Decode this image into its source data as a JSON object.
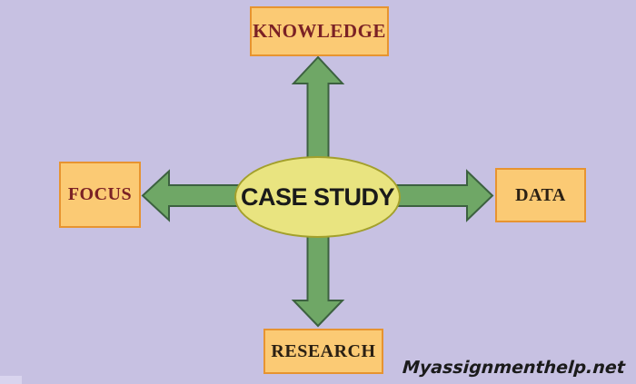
{
  "diagram": {
    "center": {
      "label": "CASE STUDY",
      "shape": "ellipse",
      "fill": "#e9e480",
      "border": "#a3a02c",
      "label_color": "#1a1a1a"
    },
    "nodes": [
      {
        "id": "knowledge",
        "label": "KNOWLEDGE",
        "position": "top",
        "label_color": "#7b2125"
      },
      {
        "id": "data",
        "label": "DATA",
        "position": "right",
        "label_color": "#2b2013"
      },
      {
        "id": "research",
        "label": "RESEARCH",
        "position": "bottom",
        "label_color": "#2b2013"
      },
      {
        "id": "focus",
        "label": "FOCUS",
        "position": "left",
        "label_color": "#7b2125"
      }
    ],
    "arrows": [
      {
        "id": "arrow-up",
        "from": "case-study",
        "to": "knowledge",
        "direction": "up"
      },
      {
        "id": "arrow-right",
        "from": "case-study",
        "to": "data",
        "direction": "right"
      },
      {
        "id": "arrow-down",
        "from": "case-study",
        "to": "research",
        "direction": "down"
      },
      {
        "id": "arrow-left",
        "from": "case-study",
        "to": "focus",
        "direction": "left"
      }
    ],
    "watermark": "Myassignmenthelp.net"
  },
  "colors": {
    "background": "#c7c1e2",
    "box_fill": "#fbca74",
    "box_border": "#e79430",
    "ellipse_fill": "#e9e480",
    "ellipse_border": "#a3a02c",
    "arrow_fill": "#6fa766",
    "arrow_border": "#3c6140",
    "label_maroon": "#7b2125",
    "label_dark": "#2b2013",
    "watermark_color": "#1b1b1b"
  }
}
